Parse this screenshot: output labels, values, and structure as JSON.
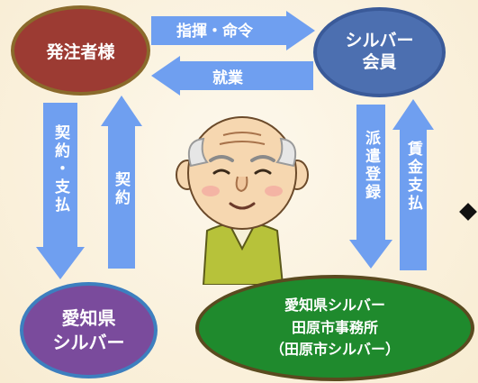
{
  "nodes": {
    "client": {
      "label": "発注者様"
    },
    "member": {
      "line1": "シルバー",
      "line2": "会員"
    },
    "pref": {
      "line1": "愛知県",
      "line2": "シルバー"
    },
    "office": {
      "line1": "愛知県シルバー",
      "line2": "田原市事務所",
      "line3": "（田原市シルバー）"
    }
  },
  "edges": {
    "command": "指揮・命令",
    "employment": "就業",
    "contract_pay": "契約・支払",
    "contract": "契約",
    "dispatch": "派遣登録",
    "wage": "賃金支払"
  },
  "colors": {
    "arrow": "#6f9ff0",
    "client": "#9c3b33",
    "member": "#4c6fb0",
    "pref": "#7a4b9c",
    "office": "#1f8a2d"
  }
}
